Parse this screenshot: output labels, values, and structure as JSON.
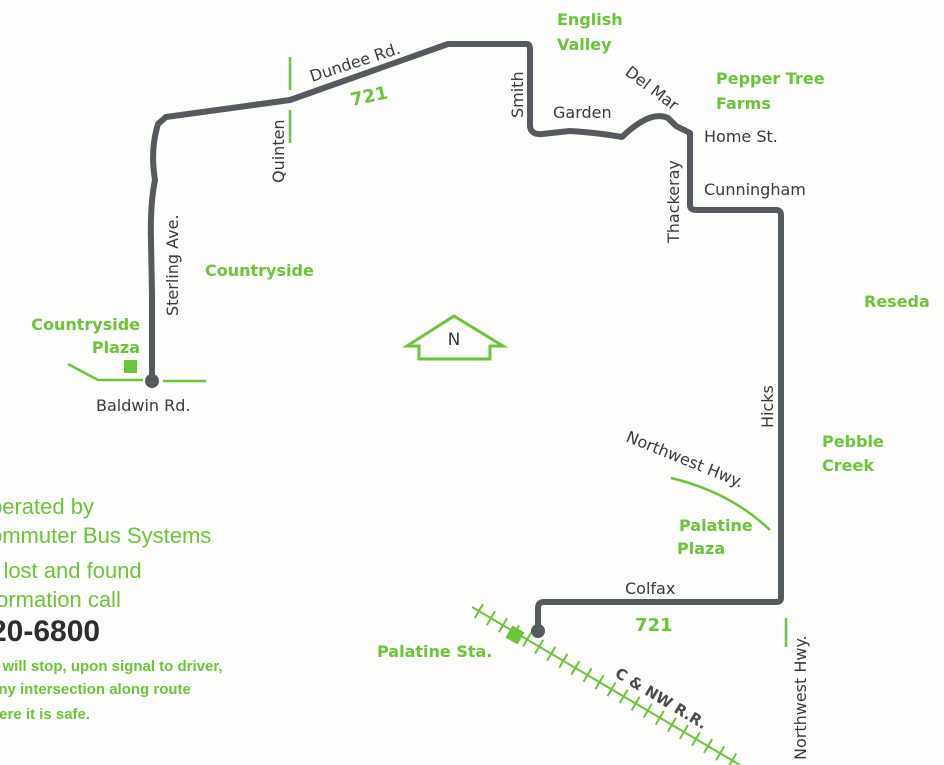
{
  "route": {
    "number_label": "721",
    "route_color": "#555a5e",
    "accent_color": "#6cc43a"
  },
  "streets": {
    "dundee": "Dundee Rd.",
    "quinten": "Quinten",
    "sterling": "Sterling Ave.",
    "baldwin": "Baldwin Rd.",
    "smith": "Smith",
    "garden": "Garden",
    "del_mar": "Del Mar",
    "home": "Home St.",
    "thackeray": "Thackeray",
    "cunningham": "Cunningham",
    "hicks": "Hicks",
    "northwest_hwy_diag": "Northwest Hwy.",
    "colfax": "Colfax",
    "northwest_hwy_vert": "Northwest Hwy."
  },
  "areas": {
    "english_valley_1": "English",
    "english_valley_2": "Valley",
    "pepper_tree_1": "Pepper Tree",
    "pepper_tree_2": "Farms",
    "countryside": "Countryside",
    "countryside_plaza_1": "Countryside",
    "countryside_plaza_2": "Plaza",
    "reseda": "Reseda",
    "pebble_creek_1": "Pebble",
    "pebble_creek_2": "Creek",
    "palatine_plaza_1": "Palatine",
    "palatine_plaza_2": "Plaza",
    "palatine_sta": "Palatine Sta."
  },
  "railroad": {
    "label": "C & NW R.R."
  },
  "north_arrow": {
    "label": "N",
    "icon": "north-arrow-icon"
  },
  "info": {
    "operated_1": "perated by",
    "operated_2": "ommuter Bus Systems",
    "lost_1": "r lost and found",
    "lost_2": "formation call",
    "phone": "20-6800",
    "note_1": "s will stop, upon signal to driver,",
    "note_2": "any intersection along route",
    "note_3": "here it is safe."
  }
}
